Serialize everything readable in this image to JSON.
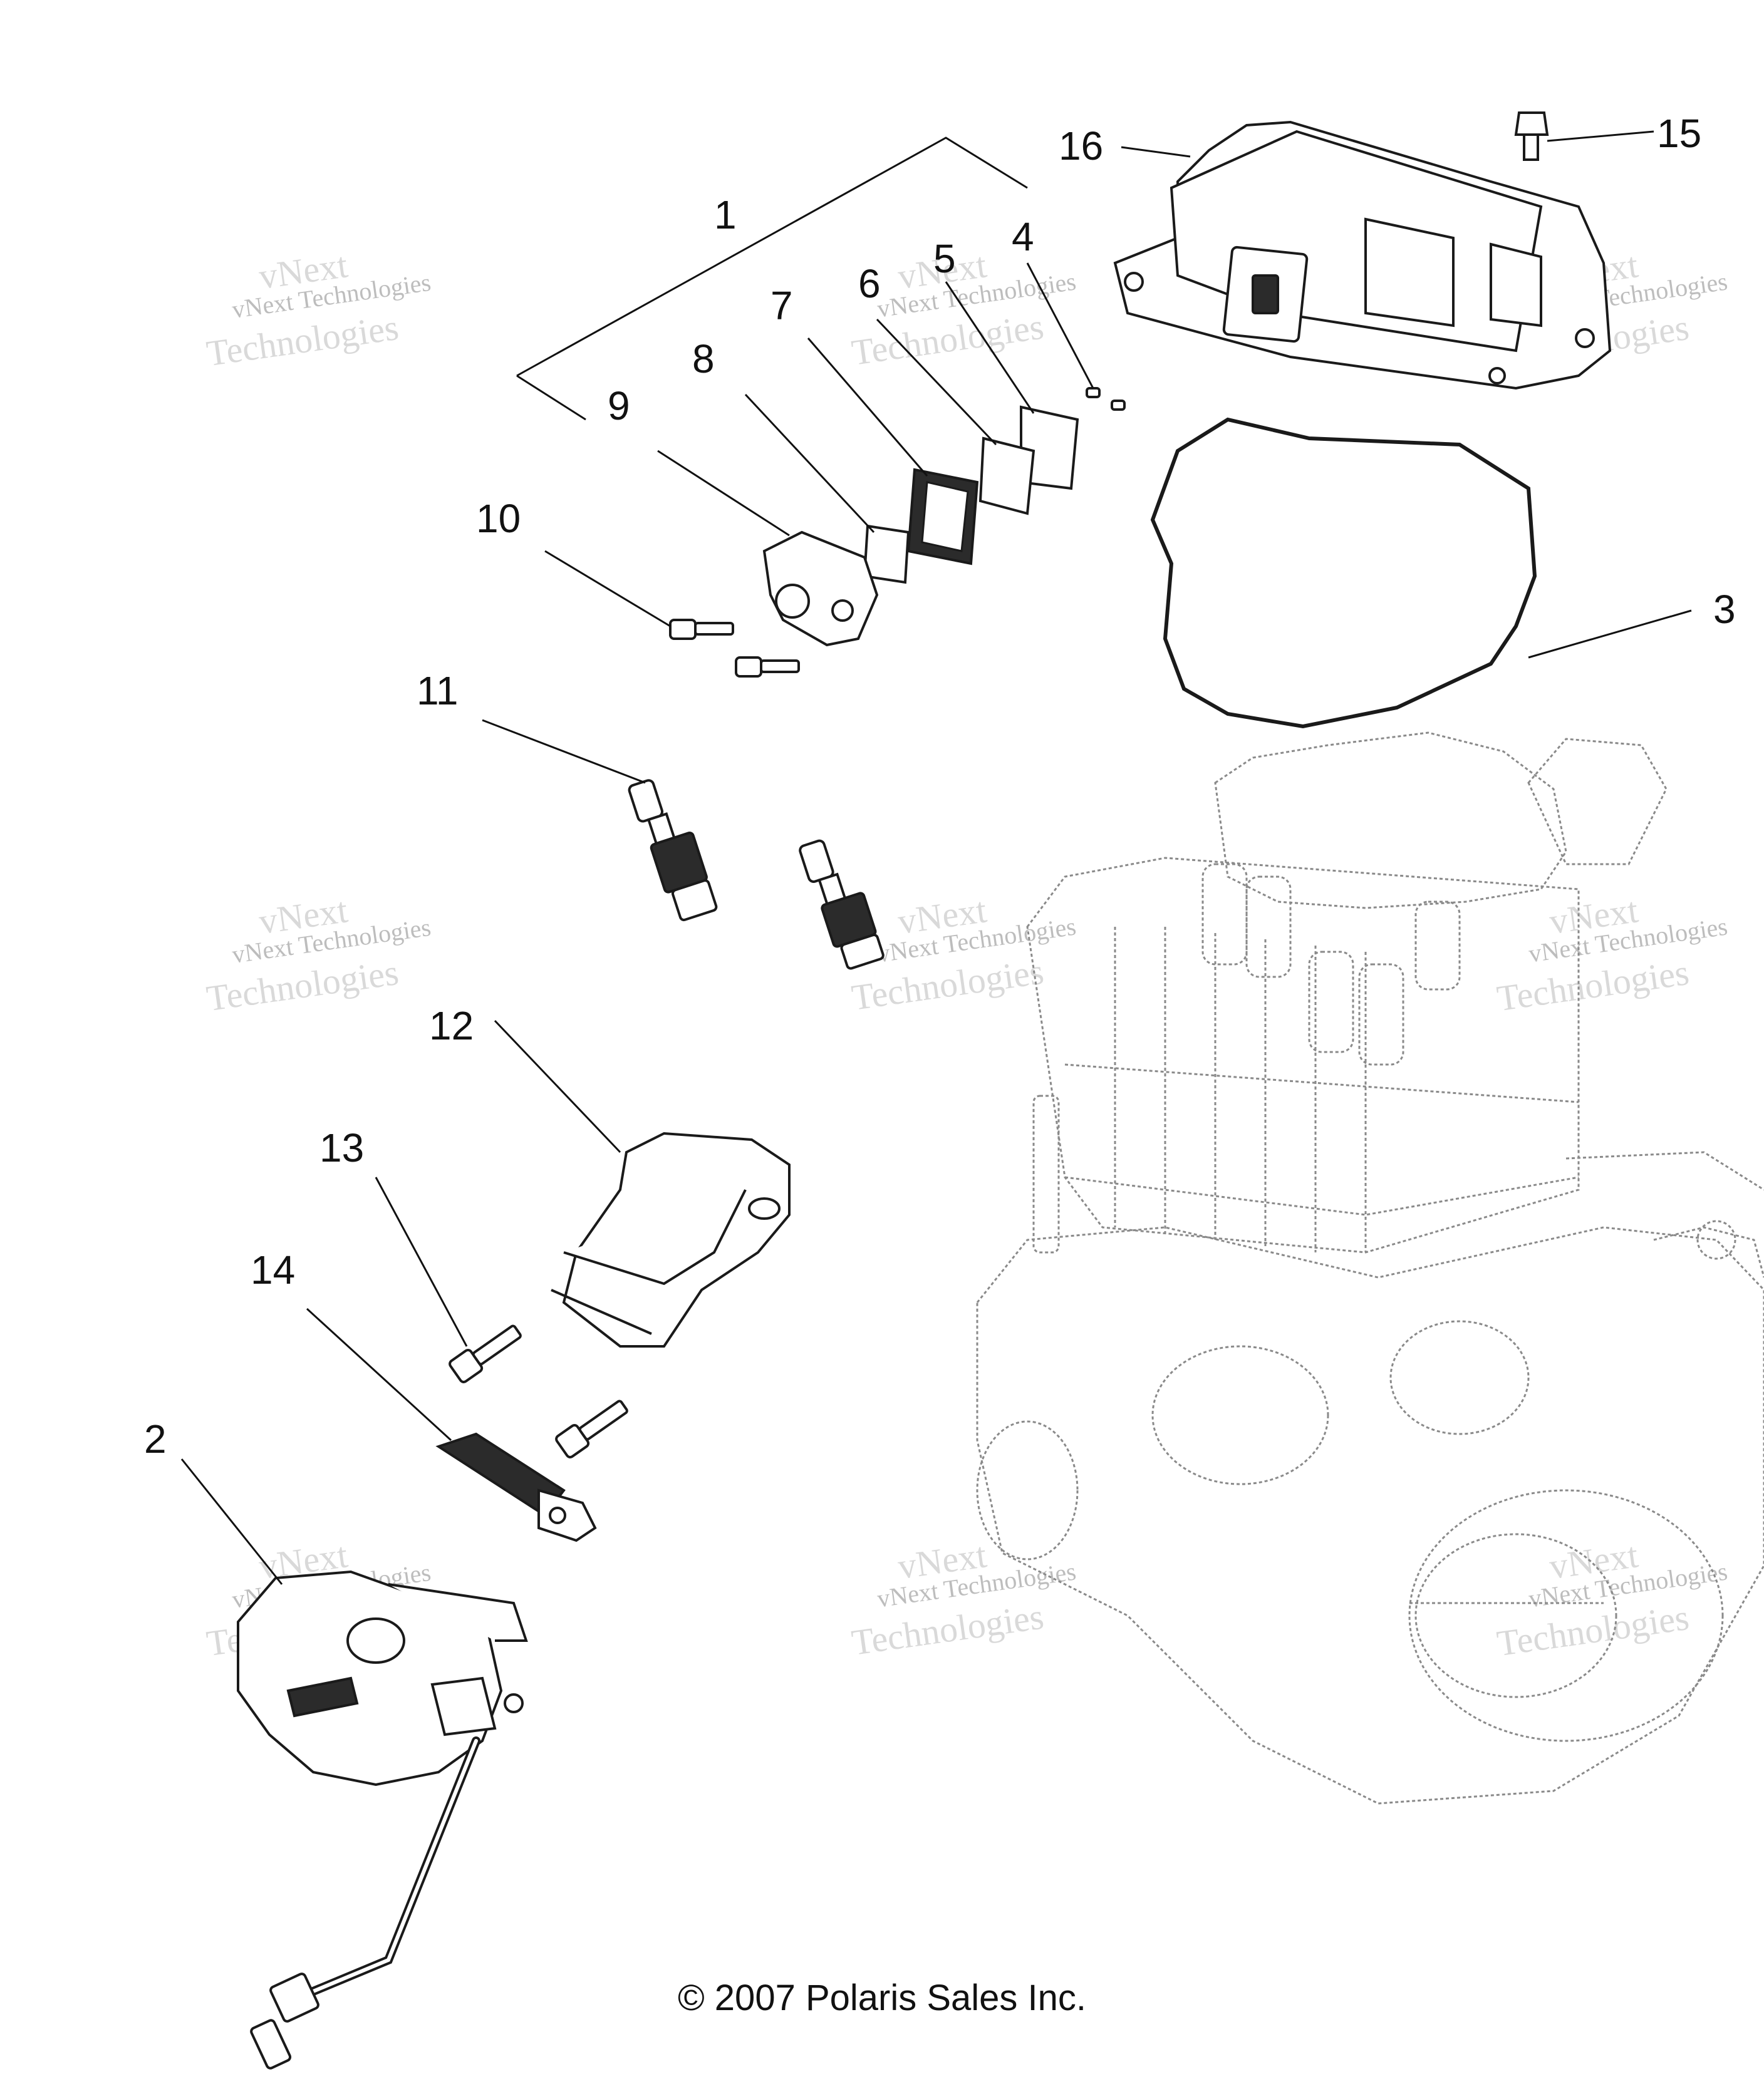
{
  "callouts": {
    "c1": "1",
    "c2": "2",
    "c3": "3",
    "c4": "4",
    "c5": "5",
    "c6": "6",
    "c7": "7",
    "c8": "8",
    "c9": "9",
    "c10": "10",
    "c11": "11",
    "c12": "12",
    "c13": "13",
    "c14": "14",
    "c15": "15",
    "c16": "16"
  },
  "watermark": {
    "line_a": "vNext Technologies",
    "line_b": "vNext",
    "line_c": "Technologies"
  },
  "footer": {
    "copyright": "© 2007 Polaris Sales Inc."
  },
  "colors": {
    "ink": "#111111",
    "watermark": "#bdbdbd",
    "background": "#ffffff"
  }
}
